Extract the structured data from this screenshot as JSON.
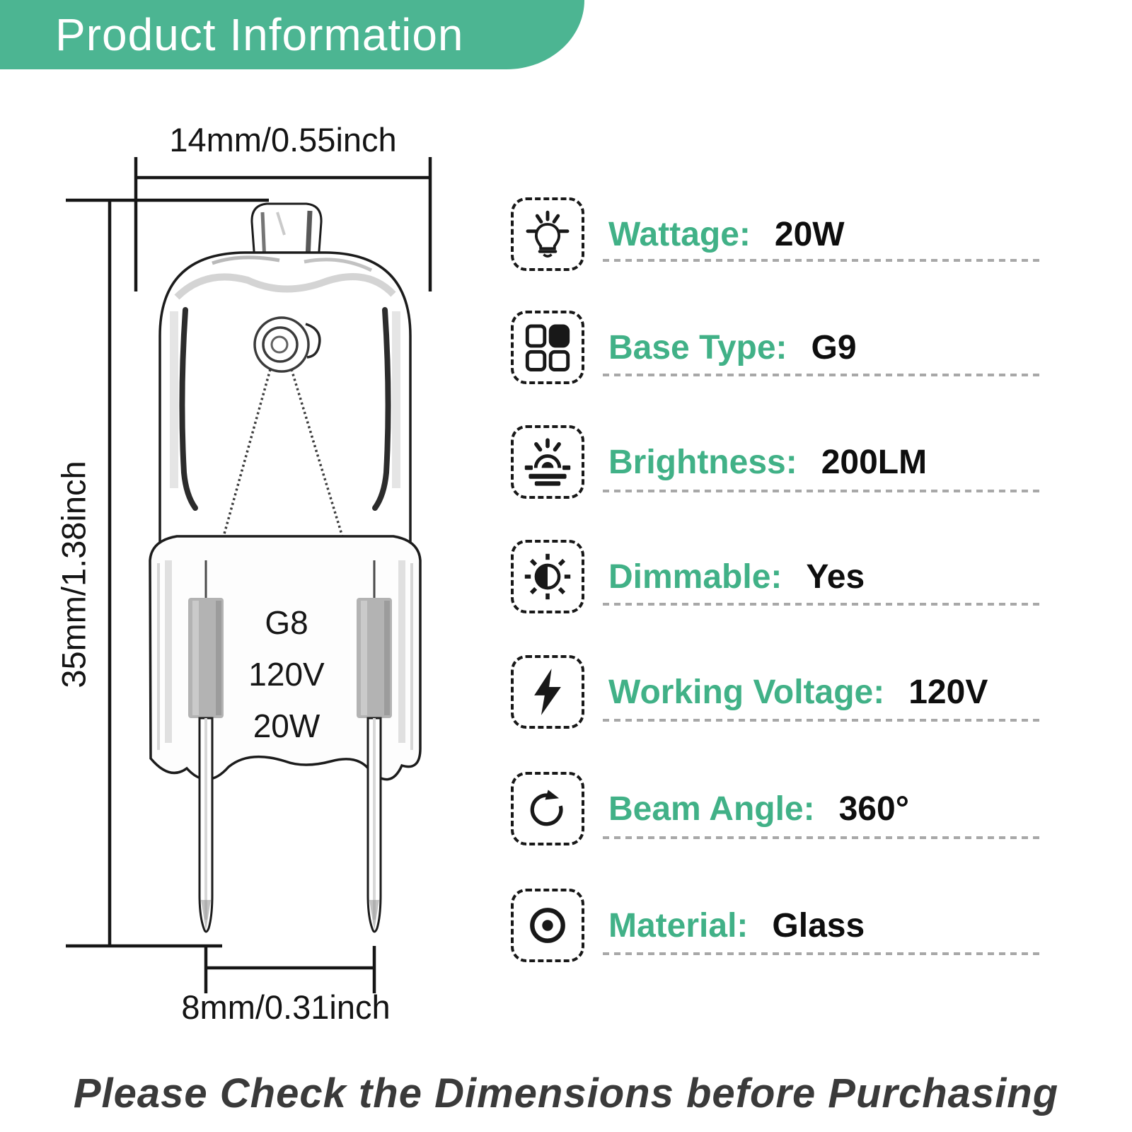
{
  "header": {
    "title": "Product Information"
  },
  "diagram": {
    "width_label": "14mm/0.55inch",
    "height_label": "35mm/1.38inch",
    "pin_label": "8mm/0.31inch",
    "bulb_markings": [
      "G8",
      "120V",
      "20W"
    ]
  },
  "specs": [
    {
      "icon": "wattage-bulb-icon",
      "label": "Wattage:",
      "value": "20W"
    },
    {
      "icon": "base-grid-icon",
      "label": "Base Type:",
      "value": "G9"
    },
    {
      "icon": "brightness-icon",
      "label": "Brightness:",
      "value": "200LM"
    },
    {
      "icon": "dimmable-icon",
      "label": "Dimmable:",
      "value": "Yes"
    },
    {
      "icon": "voltage-bolt-icon",
      "label": "Working Voltage:",
      "value": "120V"
    },
    {
      "icon": "beam-angle-icon",
      "label": "Beam Angle:",
      "value": "360°"
    },
    {
      "icon": "material-icon",
      "label": "Material:",
      "value": "Glass"
    }
  ],
  "footer": {
    "note": "Please Check the Dimensions before Purchasing"
  },
  "colors": {
    "banner_green": "#4CB592",
    "accent_green": "#41B187",
    "text_black": "#141414",
    "separator_gray": "#A8A8A8",
    "cylinder_gray": "#B3B3B3"
  }
}
